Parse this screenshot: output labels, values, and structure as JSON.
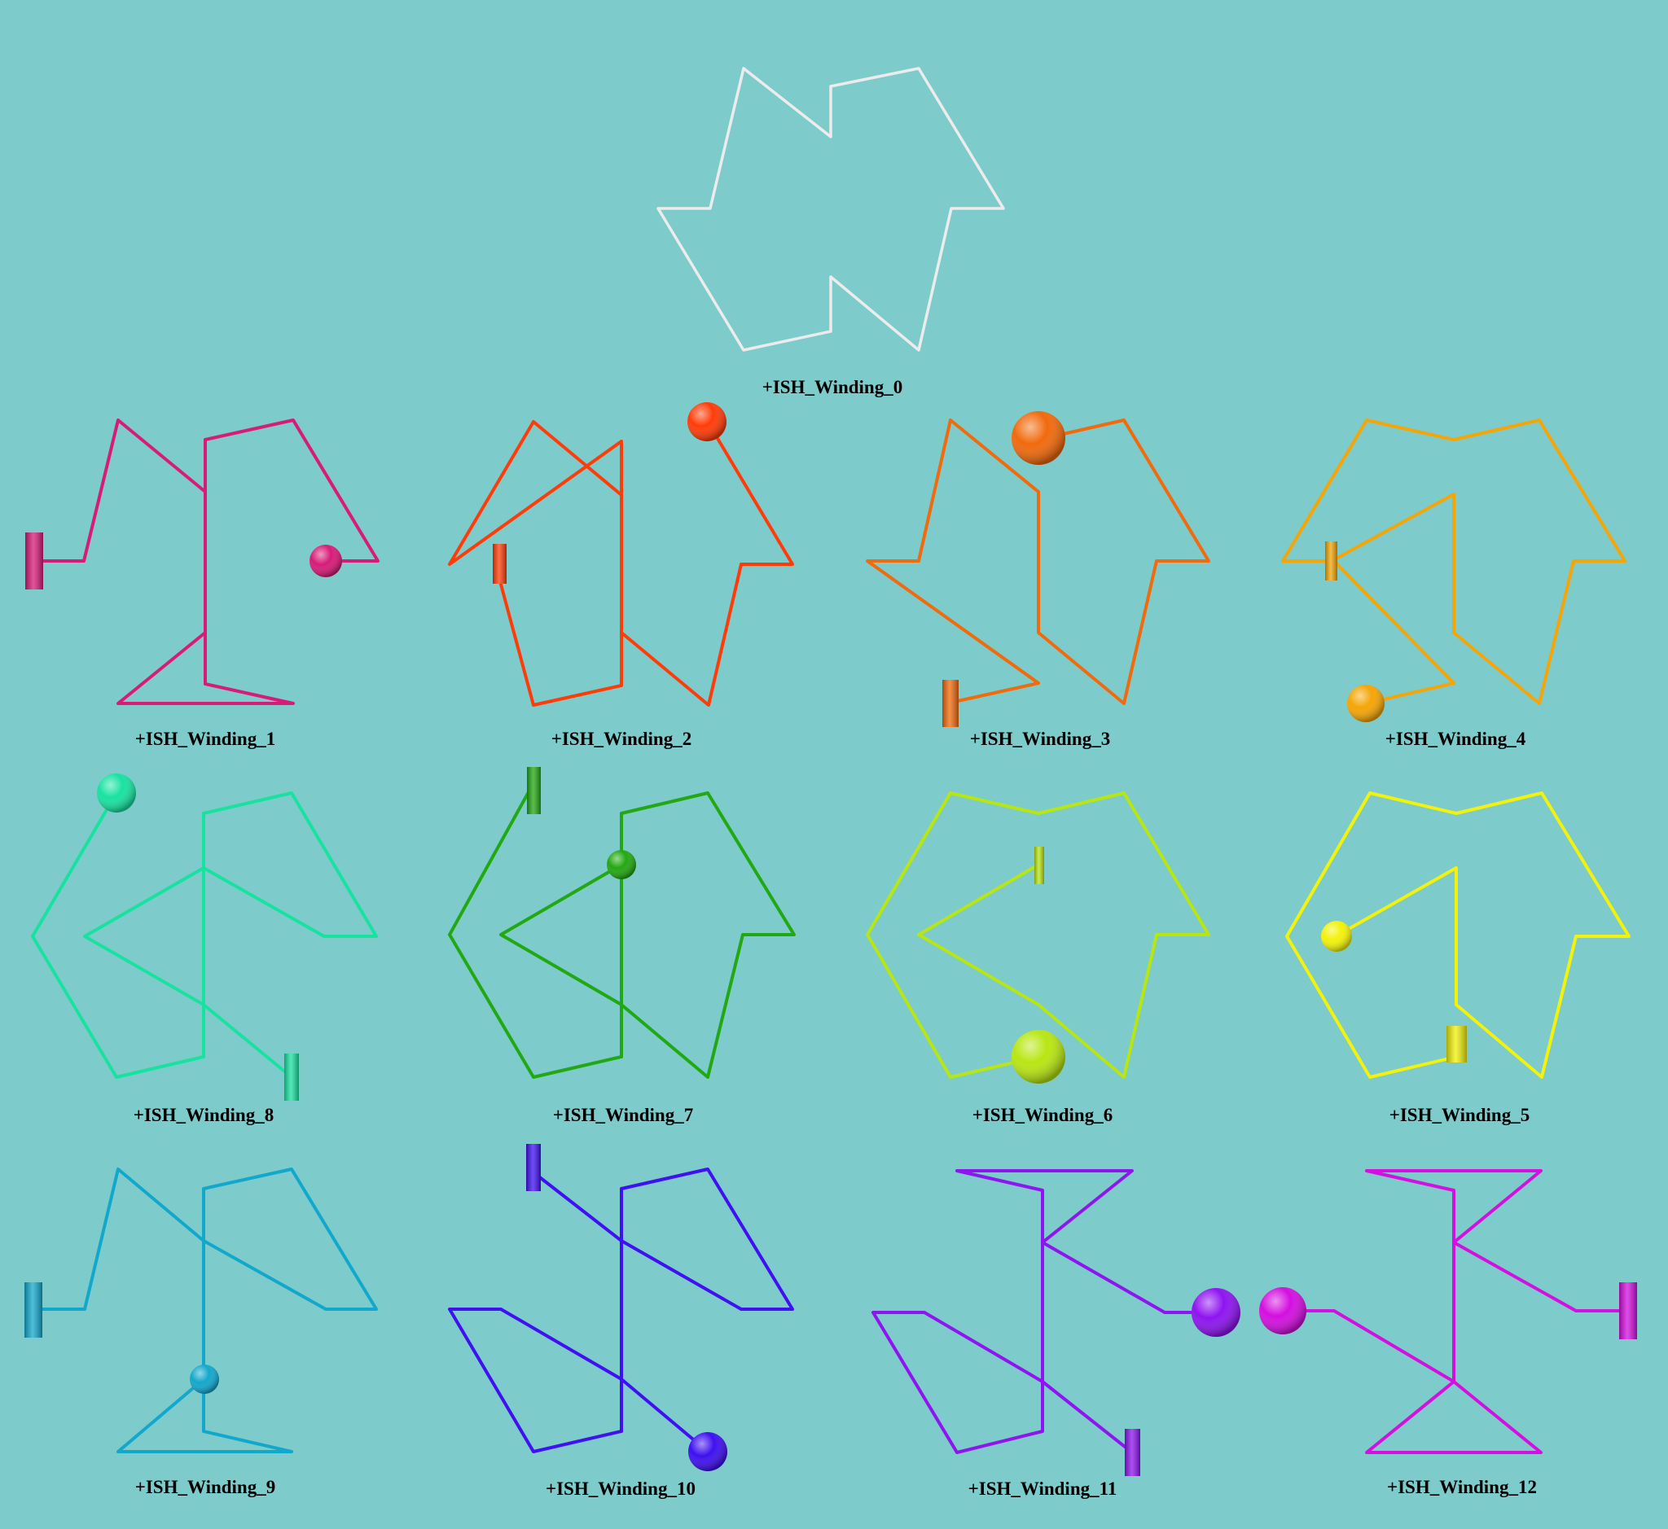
{
  "background": "#7ecbcb",
  "windings": [
    {
      "id": "w0",
      "label": "+ISH_Winding_0",
      "color": "#ececec"
    },
    {
      "id": "w1",
      "label": "+ISH_Winding_1",
      "color": "#d81b78"
    },
    {
      "id": "w2",
      "label": "+ISH_Winding_2",
      "color": "#ff3c08"
    },
    {
      "id": "w3",
      "label": "+ISH_Winding_3",
      "color": "#f16a0c"
    },
    {
      "id": "w4",
      "label": "+ISH_Winding_4",
      "color": "#f5a506"
    },
    {
      "id": "w8",
      "label": "+ISH_Winding_8",
      "color": "#18e2a0"
    },
    {
      "id": "w7",
      "label": "+ISH_Winding_7",
      "color": "#22a812"
    },
    {
      "id": "w6",
      "label": "+ISH_Winding_6",
      "color": "#b8e612"
    },
    {
      "id": "w5",
      "label": "+ISH_Winding_5",
      "color": "#f2f20a"
    },
    {
      "id": "w9",
      "label": "+ISH_Winding_9",
      "color": "#12a8cc"
    },
    {
      "id": "w10",
      "label": "+ISH_Winding_10",
      "color": "#3f10f0"
    },
    {
      "id": "w11",
      "label": "+ISH_Winding_11",
      "color": "#8e14f0"
    },
    {
      "id": "w12",
      "label": "+ISH_Winding_12",
      "color": "#d40fe0"
    }
  ]
}
